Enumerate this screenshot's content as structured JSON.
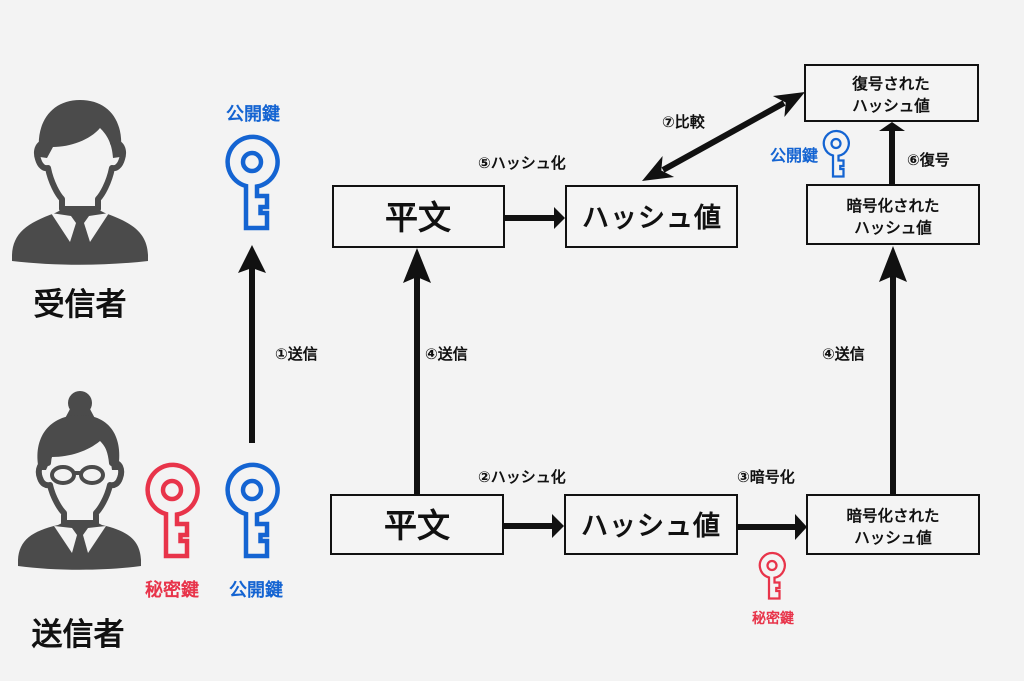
{
  "colors": {
    "background": "#f3f3f3",
    "ink": "#111111",
    "person": "#4b4b4b",
    "public_key": "#1464d2",
    "private_key": "#e8344a"
  },
  "actors": {
    "receiver": "受信者",
    "sender": "送信者"
  },
  "keys": {
    "receiver_public": "公開鍵",
    "sender_private": "秘密鍵",
    "sender_public": "公開鍵",
    "decrypt_public": "公開鍵",
    "encrypt_private": "秘密鍵"
  },
  "boxes": {
    "top_plaintext": "平文",
    "top_hash": "ハッシュ値",
    "top_encrypted": [
      "暗号化された",
      "ハッシュ値"
    ],
    "decrypted": [
      "復号された",
      "ハッシュ値"
    ],
    "bottom_plaintext": "平文",
    "bottom_hash": "ハッシュ値",
    "bottom_encrypted": [
      "暗号化された",
      "ハッシュ値"
    ]
  },
  "steps": {
    "send_public_key": "①送信",
    "hash_bottom": "②ハッシュ化",
    "encrypt": "③暗号化",
    "send_plaintext": "④送信",
    "send_encrypted": "④送信",
    "hash_top": "⑤ハッシュ化",
    "decrypt": "⑥復号",
    "compare": "⑦比較"
  }
}
